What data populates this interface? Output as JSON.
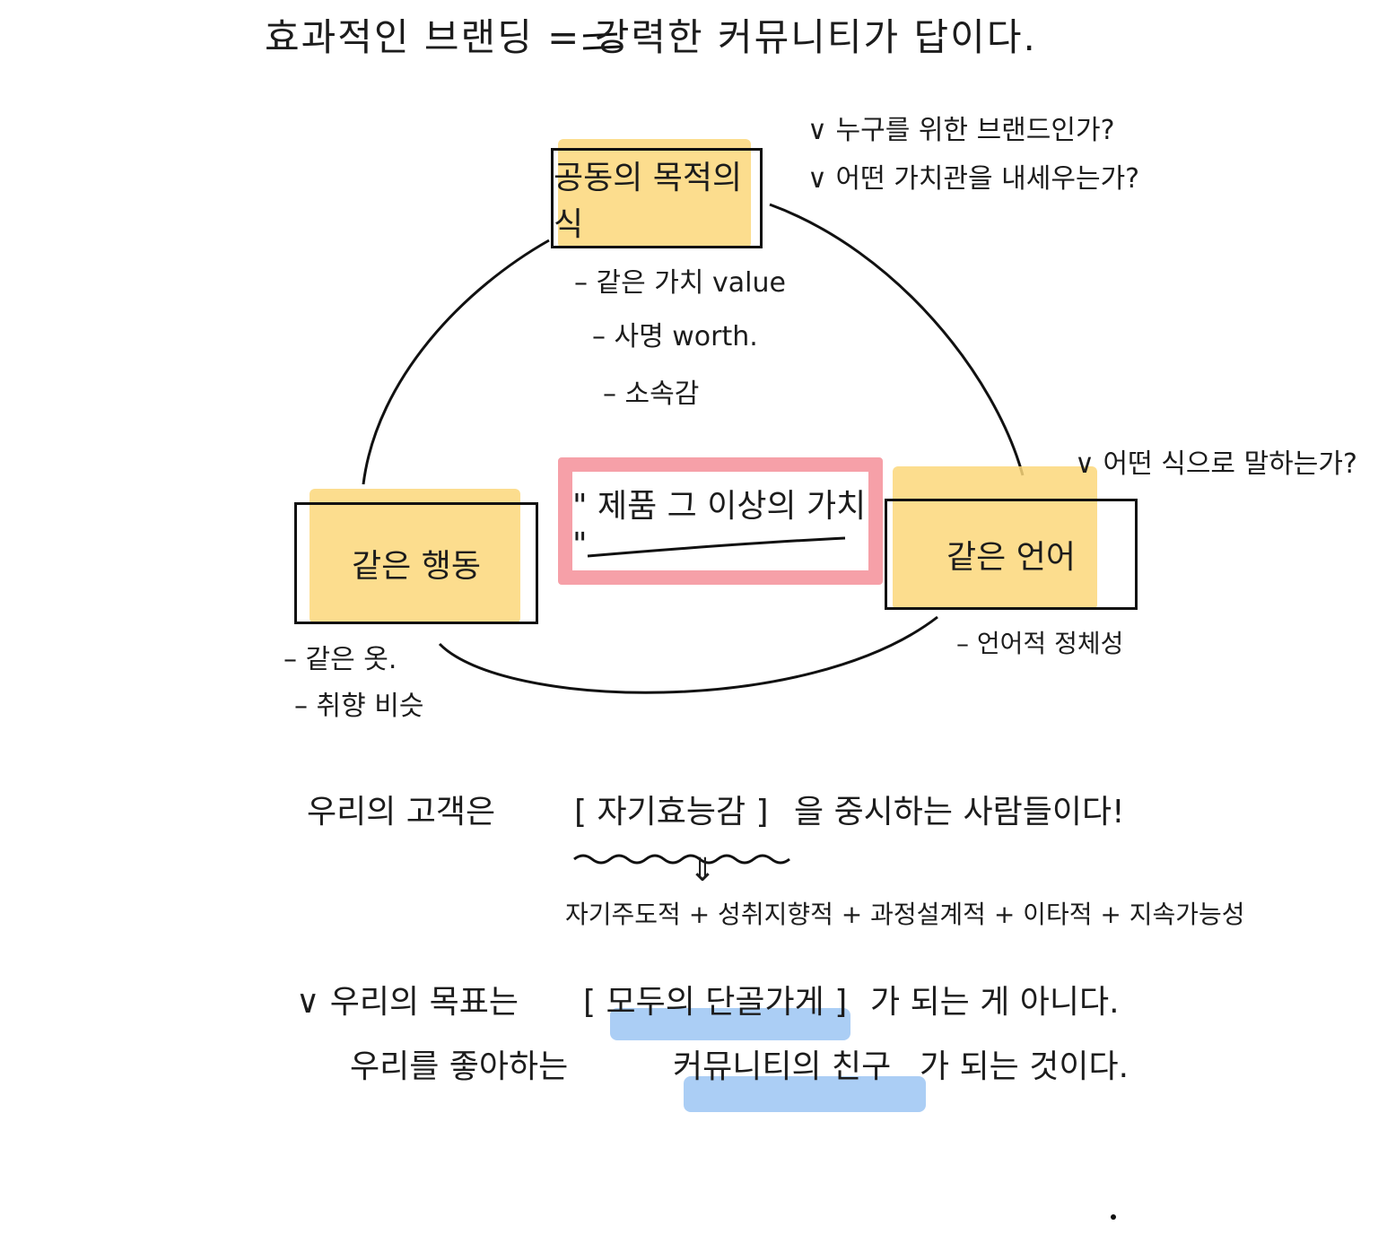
{
  "title": "효과적인 브랜딩 = 강력한 커뮤니티가 답이다.",
  "top_node": {
    "label": "공동의 목적의식",
    "questions": [
      "∨ 누구를 위한 브랜드인가?",
      "∨ 어떤 가치관을 내세우는가?"
    ],
    "items": [
      "– 같은 가치 value",
      "– 사명 worth.",
      "– 소속감"
    ]
  },
  "left_node": {
    "label": "같은 행동",
    "items": [
      "– 같은 옷.",
      "– 취향 비슷"
    ]
  },
  "right_node": {
    "label": "같은 언어",
    "question": "∨ 어떤 식으로 말하는가?",
    "items": [
      "– 언어적 정체성"
    ]
  },
  "center": {
    "text": "\" 제품 그 이상의 가치 \"",
    "color": "#f6a0a8"
  },
  "statement": {
    "prefix": "우리의 고객은",
    "bracket": "[ 자기효능감 ]",
    "suffix": "을 중시하는 사람들이다!",
    "arrow": "⇓",
    "expansion": "자기주도적 + 성취지향적 + 과정설계적 + 이타적 + 지속가능성"
  },
  "goal": {
    "line1_prefix": "∨ 우리의 목표는",
    "line1_bracket": "[ 모두의 단골가게 ]",
    "line1_suffix": "가 되는 게 아니다.",
    "line2_prefix": "우리를 좋아하는",
    "line2_highlight": "커뮤니티의 친구",
    "line2_suffix": "가 되는 것이다."
  },
  "colors": {
    "yellow_highlight": "#fbd77a",
    "blue_highlight": "#8fbef2",
    "pink_box": "#f6a0a8",
    "ink": "#1c1c1c"
  }
}
